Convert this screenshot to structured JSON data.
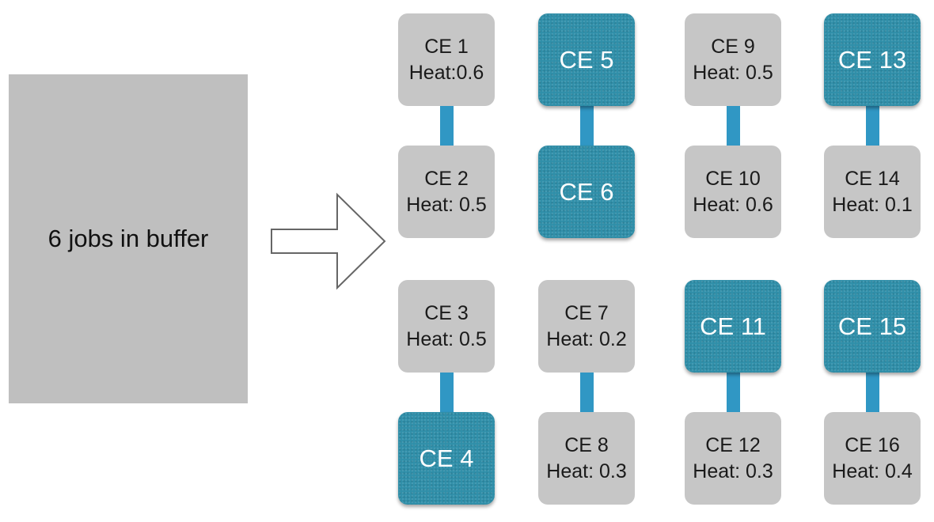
{
  "buffer": {
    "label": "6 jobs in buffer"
  },
  "elements": [
    {
      "name": "CE 1",
      "heat": "Heat:0.6",
      "busy": false
    },
    {
      "name": "CE 2",
      "heat": "Heat: 0.5",
      "busy": false
    },
    {
      "name": "CE 3",
      "heat": "Heat: 0.5",
      "busy": false
    },
    {
      "name": "CE 4",
      "heat": "",
      "busy": true
    },
    {
      "name": "CE 5",
      "heat": "",
      "busy": true
    },
    {
      "name": "CE 6",
      "heat": "",
      "busy": true
    },
    {
      "name": "CE 7",
      "heat": "Heat: 0.2",
      "busy": false
    },
    {
      "name": "CE 8",
      "heat": "Heat: 0.3",
      "busy": false
    },
    {
      "name": "CE 9",
      "heat": "Heat: 0.5",
      "busy": false
    },
    {
      "name": "CE 10",
      "heat": "Heat: 0.6",
      "busy": false
    },
    {
      "name": "CE 11",
      "heat": "",
      "busy": true
    },
    {
      "name": "CE 12",
      "heat": "Heat: 0.3",
      "busy": false
    },
    {
      "name": "CE 13",
      "heat": "",
      "busy": true
    },
    {
      "name": "CE 14",
      "heat": "Heat: 0.1",
      "busy": false
    },
    {
      "name": "CE 15",
      "heat": "",
      "busy": true
    },
    {
      "name": "CE 16",
      "heat": "Heat: 0.4",
      "busy": false
    }
  ],
  "colors": {
    "idle": "#c6c6c6",
    "busy": "#2f8fa9",
    "link": "#3097c4",
    "buffer": "#bfbfbf"
  }
}
